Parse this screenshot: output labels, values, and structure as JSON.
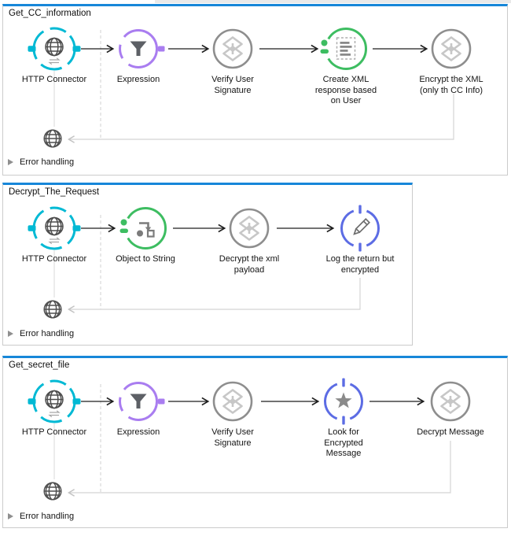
{
  "colors": {
    "http_connector": "#00b9d4",
    "expression_filter": "#a97df0",
    "transformer_green": "#3dbd61",
    "component_blue": "#5c6ce4",
    "processor_gray": "#8e8e8e",
    "flow_top_border": "#1787d9"
  },
  "flows": [
    {
      "title": "Get_CC_information",
      "error_handling": "Error handling",
      "nodes": [
        {
          "label": "HTTP Connector"
        },
        {
          "label": "Expression"
        },
        {
          "label": "Verify User\nSignature"
        },
        {
          "label": "Create XML\nresponse based\non User"
        },
        {
          "label": "Encrypt the XML\n(only th CC Info)"
        }
      ]
    },
    {
      "title": "Decrypt_The_Request",
      "error_handling": "Error handling",
      "nodes": [
        {
          "label": "HTTP Connector"
        },
        {
          "label": "Object to String"
        },
        {
          "label": "Decrypt the xml\npayload"
        },
        {
          "label": "Log the return but\nencrypted"
        }
      ]
    },
    {
      "title": "Get_secret_file",
      "error_handling": "Error handling",
      "nodes": [
        {
          "label": "HTTP Connector"
        },
        {
          "label": "Expression"
        },
        {
          "label": "Verify User\nSignature"
        },
        {
          "label": "Look for\nEncrypted\nMessage"
        },
        {
          "label": "Decrypt Message"
        }
      ]
    }
  ]
}
